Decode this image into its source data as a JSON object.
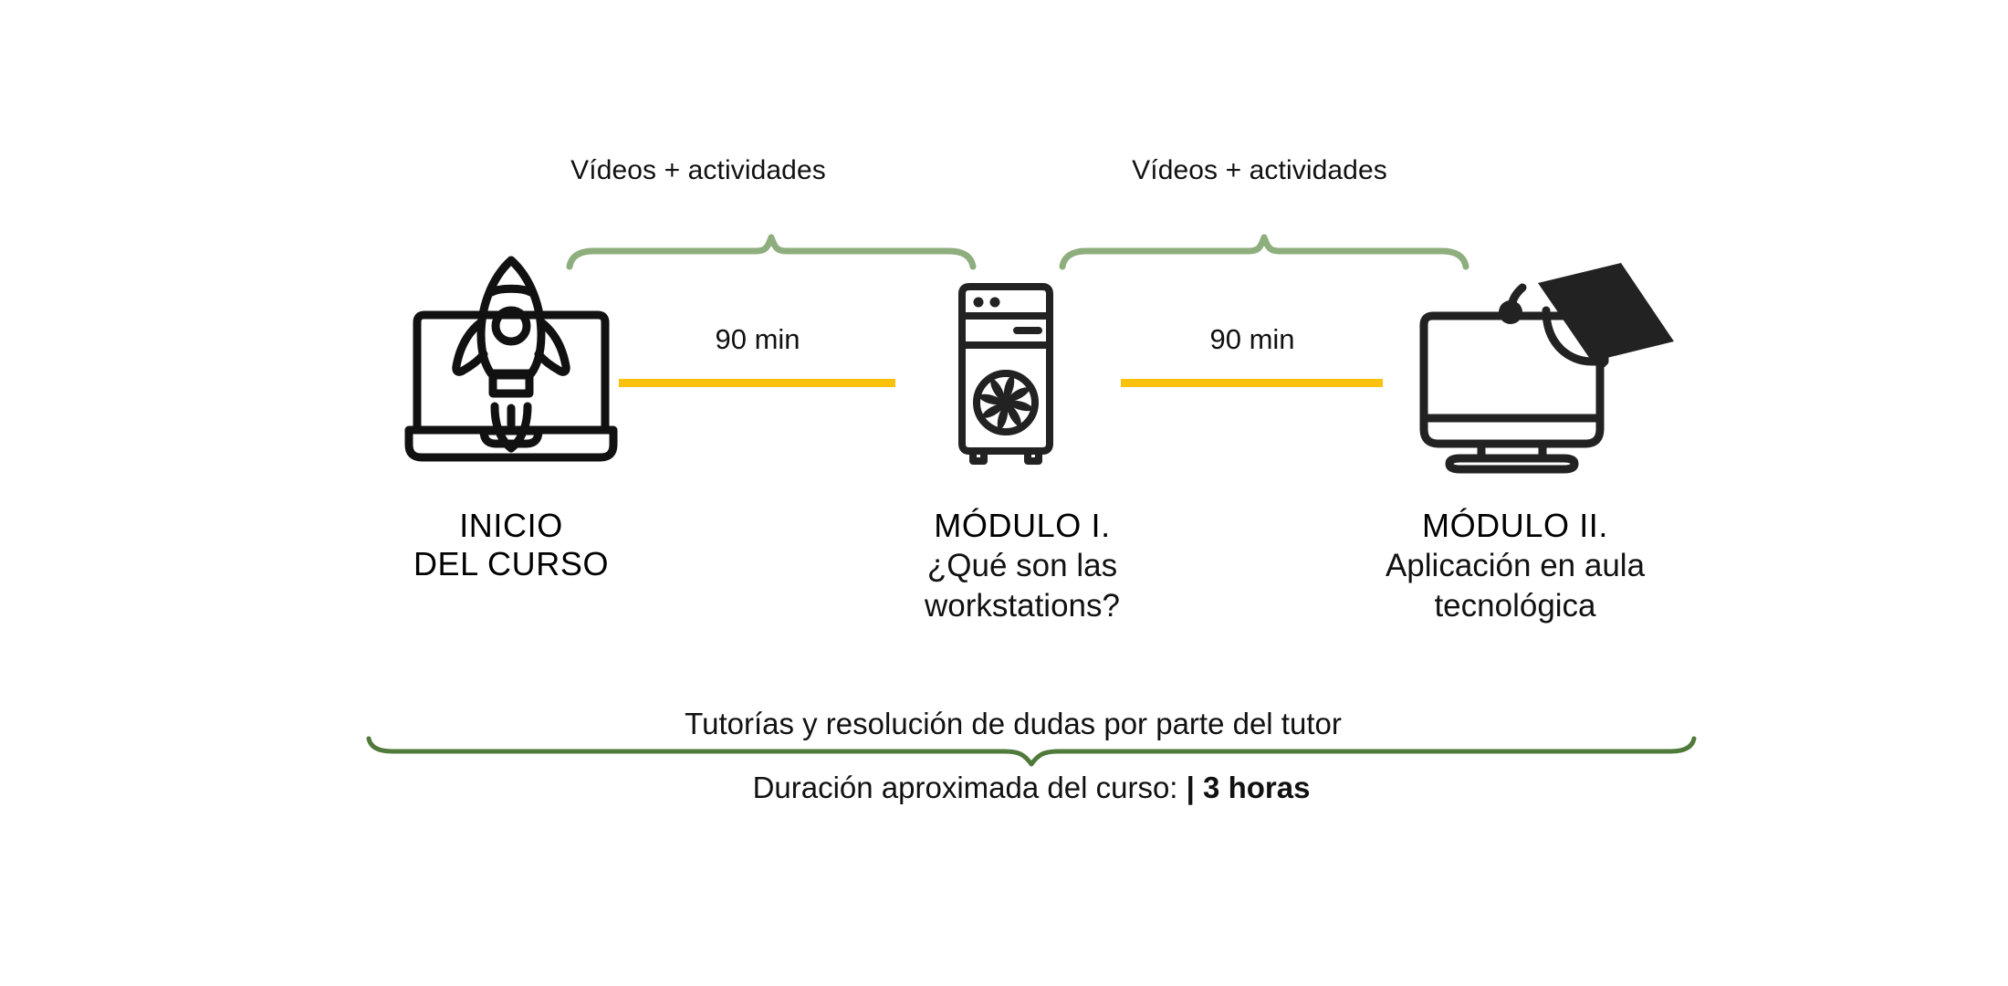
{
  "diagram": {
    "type": "course-timeline-infographic",
    "language": "es",
    "background_color": "#FFFFFF",
    "accent_green": "#8FAE7E",
    "accent_green_dark": "#4F7A3A",
    "accent_yellow": "#FCC10A",
    "text_color": "#111111"
  },
  "segments": [
    {
      "id": "segment-1",
      "brace_label": "Vídeos + actividades",
      "duration_label": "90 min"
    },
    {
      "id": "segment-2",
      "brace_label": "Vídeos + actividades",
      "duration_label": "90 min"
    }
  ],
  "nodes": [
    {
      "id": "inicio",
      "icon": "rocket-laptop-icon",
      "title_line_1": "INICIO",
      "title_line_2": "DEL CURSO",
      "subtitle_line_1": "",
      "subtitle_line_2": ""
    },
    {
      "id": "modulo-1",
      "icon": "desktop-tower-icon",
      "title_line_1": "MÓDULO I.",
      "title_line_2": "",
      "subtitle_line_1": "¿Qué son las",
      "subtitle_line_2": "workstations?"
    },
    {
      "id": "modulo-2",
      "icon": "monitor-graduation-cap-icon",
      "title_line_1": "MÓDULO II.",
      "title_line_2": "",
      "subtitle_line_1": "Aplicación en aula",
      "subtitle_line_2": "tecnológica"
    }
  ],
  "footer": {
    "tutoring_text": "Tutorías y resolución de dudas por parte del tutor",
    "duration_prefix": "Duración aproximada del curso:",
    "duration_separator": "|",
    "duration_value": "3 horas"
  }
}
